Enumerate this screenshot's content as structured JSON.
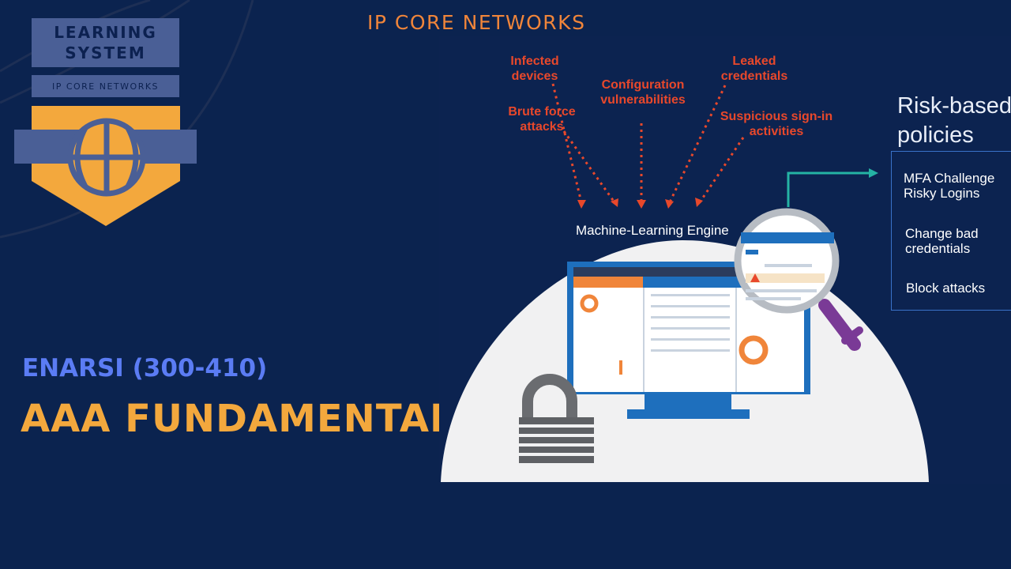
{
  "header": {
    "title": "IP CORE NETWORKS"
  },
  "logo": {
    "line1": "LEARNING",
    "line2": "SYSTEM",
    "subtitle": "IP CORE NETWORKS",
    "icon": "basketball-shield-icon"
  },
  "course": {
    "code": "ENARSI (300-410)",
    "title": "AAA FUNDAMENTALS"
  },
  "diagram": {
    "threats": {
      "infected": "Infected devices",
      "brute": "Brute force attacks",
      "config": "Configuration vulnerabilities",
      "leaked": "Leaked credentials",
      "suspicious": "Suspicious sign-in activities"
    },
    "engine": "Machine-Learning  Engine",
    "risk_title_1": "Risk-based",
    "risk_title_2": "policies",
    "policies": {
      "mfa": "MFA Challenge Risky Logins",
      "change": "Change bad credentials",
      "block": "Block attacks"
    },
    "icons": [
      "monitor-icon",
      "magnifier-icon",
      "padlock-icon",
      "arrow-icon"
    ]
  },
  "colors": {
    "background": "#0b234f",
    "accent_orange": "#f0853a",
    "title_gold": "#f3a83d",
    "code_blue": "#5b7cf4",
    "threat_red": "#e8482b"
  }
}
